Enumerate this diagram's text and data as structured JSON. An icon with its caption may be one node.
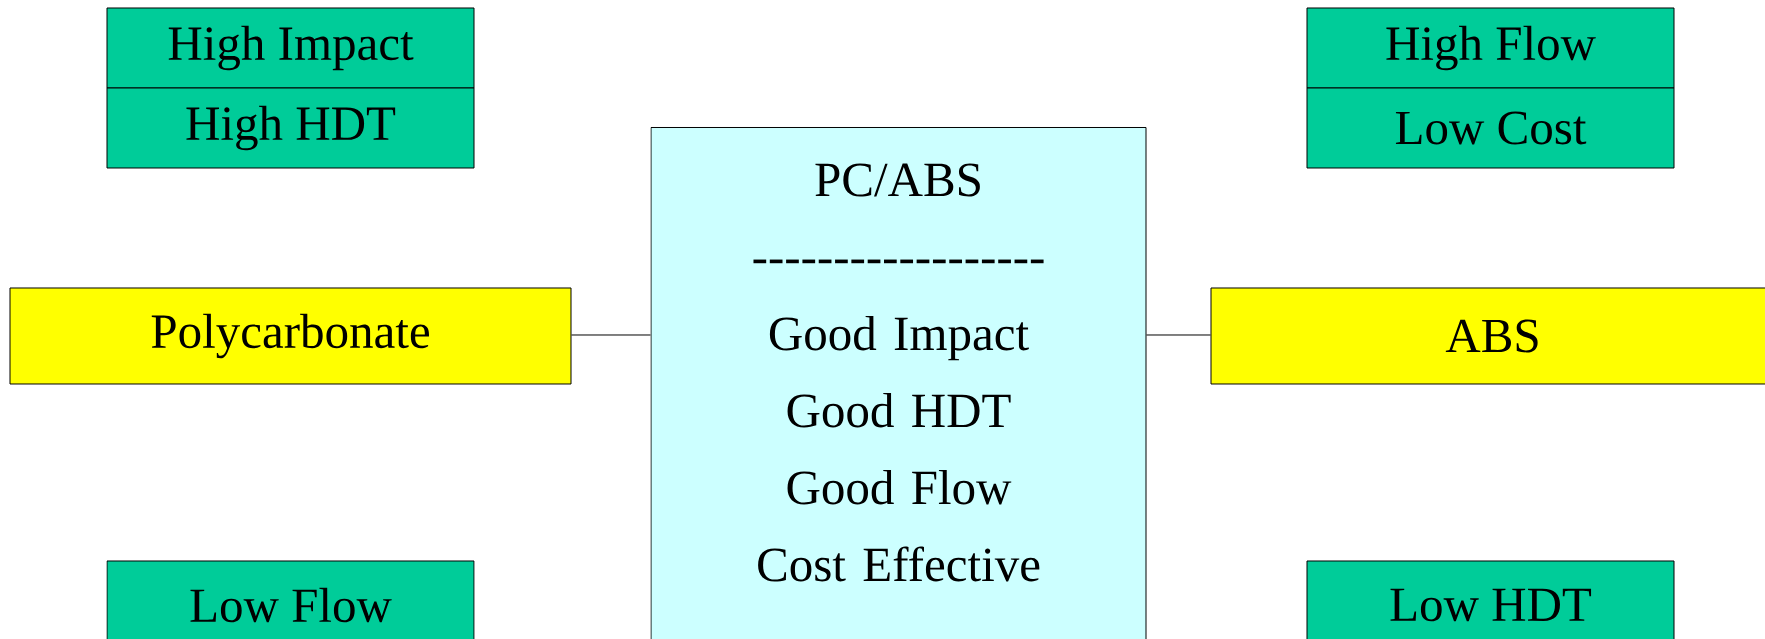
{
  "diagram": {
    "nodes": [
      {
        "text": [
          "High Impact"
        ]
      },
      {
        "text": [
          "High HDT"
        ]
      },
      {
        "text": [
          "High Flow"
        ]
      },
      {
        "text": [
          "Low Cost"
        ]
      },
      {
        "text": [
          "PC/ABS",
          "------------------",
          "Good Impact",
          "Good HDT",
          "Good Flow",
          "Cost Effective"
        ]
      },
      {
        "text": [
          "Polycarbonate"
        ]
      },
      {
        "text": [
          "ABS"
        ]
      },
      {
        "text": [
          "Low Flow"
        ]
      },
      {
        "text": [
          "Low HDT"
        ]
      }
    ],
    "edges": [
      {
        "from": 5,
        "to": 4,
        "arrow": "none"
      },
      {
        "from": 4,
        "to": 6,
        "arrow": "none"
      }
    ]
  }
}
